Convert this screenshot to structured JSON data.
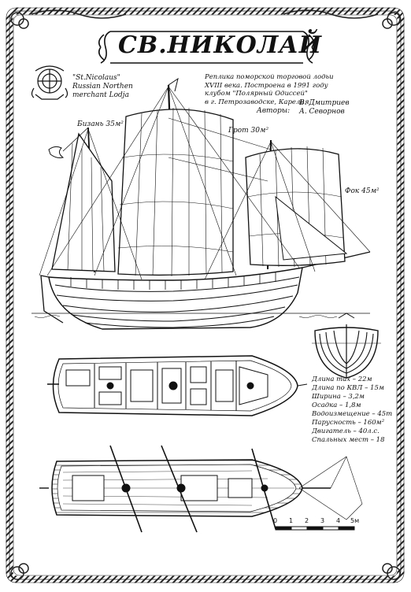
{
  "title": "СВ.НИКОЛАЙ",
  "caption_en": [
    "\"St.Nicolaus\"",
    "Russian Northen",
    "merchant Lodja"
  ],
  "description": [
    "Реплика поморской торговой лодьи",
    "XVIII века. Построена в 1991 году",
    "клубом \"Полярный Одиссей\"",
    "в г. Петрозаводске, Карелия"
  ],
  "authors_label": "Авторы:",
  "authors": [
    "В. Дмитриев",
    "А. Севорнов"
  ],
  "sail_labels": {
    "bizan": "Бизань 35м²",
    "grot": "Грот 30м²",
    "fok": "Фок 45м²"
  },
  "specs": [
    "Длина max  – 22м",
    "Длина по КВЛ – 15м",
    "Ширина  – 3,2м",
    "Осадка  – 1,8м",
    "Водоизмещение – 45т",
    "Парусность  – 160м²",
    "Двигатель  – 40л.с.",
    "Спальных мест – 18"
  ],
  "scale": {
    "ticks": [
      "0",
      "1",
      "2",
      "3",
      "4",
      "5м"
    ]
  }
}
